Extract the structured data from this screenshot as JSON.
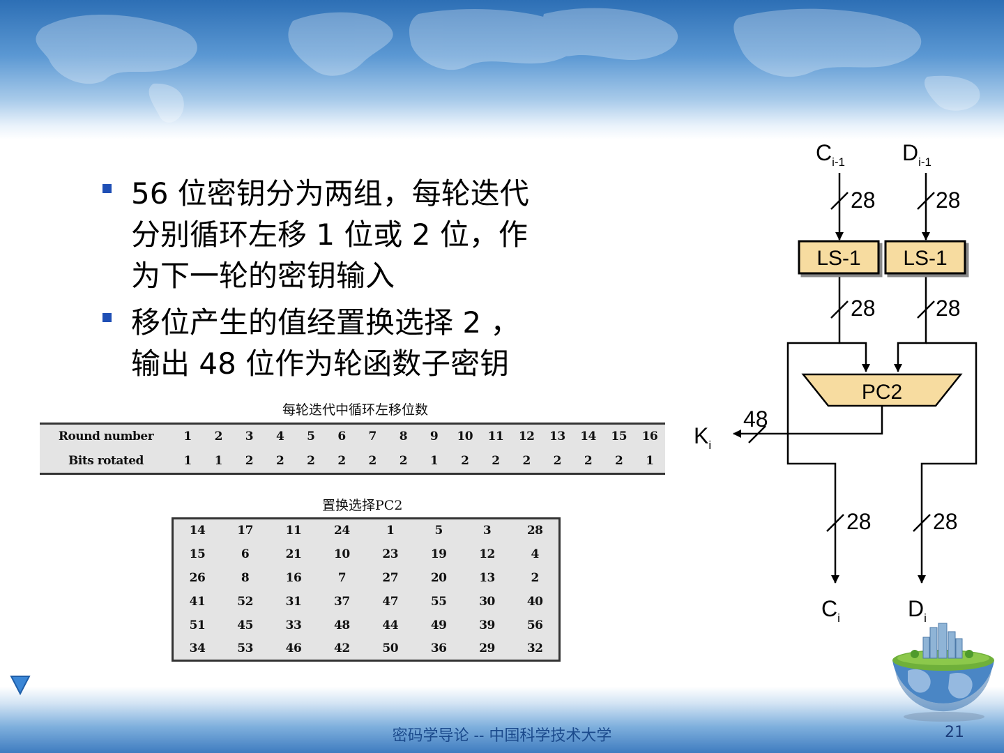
{
  "bullets": [
    "56 位密钥分为两组，每轮迭代分别循环左移 1 位或 2 位，作为下一轮的密钥输入",
    "移位产生的值经置换选择 2 ，输出 48 位作为轮函数子密钥"
  ],
  "bullet_lines": [
    [
      "56 位密钥分为两组，每轮迭代",
      "分别循环左移 1 位或 2 位，作",
      "为下一轮的密钥输入"
    ],
    [
      "移位产生的值经置换选择 2 ，",
      "输出 48 位作为轮函数子密钥"
    ]
  ],
  "rotation_table": {
    "caption": "每轮迭代中循环左移位数",
    "row_headers": [
      "Round number",
      "Bits rotated"
    ],
    "round_numbers": [
      "1",
      "2",
      "3",
      "4",
      "5",
      "6",
      "7",
      "8",
      "9",
      "10",
      "11",
      "12",
      "13",
      "14",
      "15",
      "16"
    ],
    "bits_rotated": [
      "1",
      "1",
      "2",
      "2",
      "2",
      "2",
      "2",
      "2",
      "1",
      "2",
      "2",
      "2",
      "2",
      "2",
      "2",
      "1"
    ]
  },
  "pc2_table": {
    "caption": "置换选择PC2",
    "rows": [
      [
        "14",
        "17",
        "11",
        "24",
        "1",
        "5",
        "3",
        "28"
      ],
      [
        "15",
        "6",
        "21",
        "10",
        "23",
        "19",
        "12",
        "4"
      ],
      [
        "26",
        "8",
        "16",
        "7",
        "27",
        "20",
        "13",
        "2"
      ],
      [
        "41",
        "52",
        "31",
        "37",
        "47",
        "55",
        "30",
        "40"
      ],
      [
        "51",
        "45",
        "33",
        "48",
        "44",
        "49",
        "39",
        "56"
      ],
      [
        "34",
        "53",
        "46",
        "42",
        "50",
        "36",
        "29",
        "32"
      ]
    ]
  },
  "diagram": {
    "c_in": {
      "main": "C",
      "sub": "i-1"
    },
    "d_in": {
      "main": "D",
      "sub": "i-1"
    },
    "c_out": {
      "main": "C",
      "sub": "i"
    },
    "d_out": {
      "main": "D",
      "sub": "i"
    },
    "k_out": {
      "main": "K",
      "sub": "i"
    },
    "ls_left": "LS-1",
    "ls_right": "LS-1",
    "pc2": "PC2",
    "width_28": "28",
    "width_48": "48",
    "box_fill": "#f7dca0"
  },
  "footer": {
    "text": "密码学导论 -- 中国科学技术大学",
    "page": "21"
  }
}
